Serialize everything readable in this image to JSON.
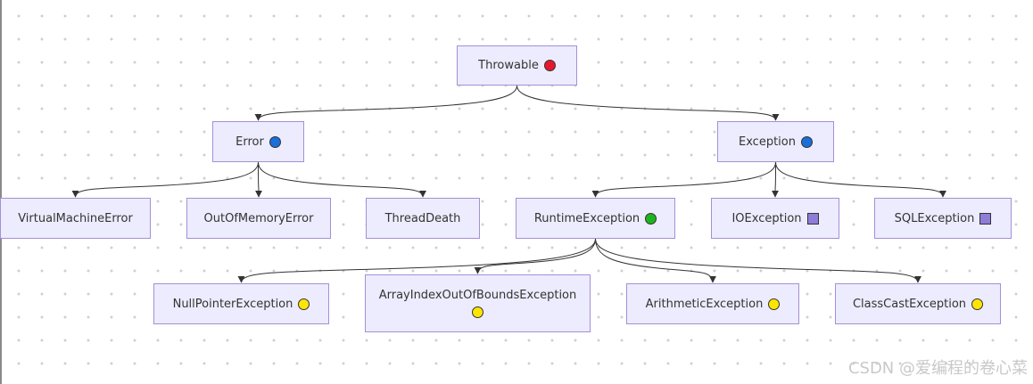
{
  "colors": {
    "red": "#e8162d",
    "blue": "#1a6fd8",
    "green": "#1db51d",
    "yellow": "#ffe600",
    "purple": "#8e7cd8"
  },
  "nodes": [
    {
      "id": "throwable",
      "label": "Throwable",
      "marker": "circle",
      "color": "#e8162d"
    },
    {
      "id": "error",
      "label": "Error",
      "marker": "circle",
      "color": "#1a6fd8"
    },
    {
      "id": "exception",
      "label": "Exception",
      "marker": "circle",
      "color": "#1a6fd8"
    },
    {
      "id": "vm_error",
      "label": "VirtualMachineError",
      "marker": null,
      "color": null
    },
    {
      "id": "oom_error",
      "label": "OutOfMemoryError",
      "marker": null,
      "color": null
    },
    {
      "id": "thread_death",
      "label": "ThreadDeath",
      "marker": null,
      "color": null
    },
    {
      "id": "runtime_exception",
      "label": "RuntimeException",
      "marker": "circle",
      "color": "#1db51d"
    },
    {
      "id": "io_exception",
      "label": "IOException",
      "marker": "square",
      "color": "#8e7cd8"
    },
    {
      "id": "sql_exception",
      "label": "SQLException",
      "marker": "square",
      "color": "#8e7cd8"
    },
    {
      "id": "npe",
      "label": "NullPointerException",
      "marker": "circle",
      "color": "#ffe600"
    },
    {
      "id": "aioobe",
      "label": "ArrayIndexOutOfBoundsException",
      "marker": "circle",
      "color": "#ffe600"
    },
    {
      "id": "arithmetic",
      "label": "ArithmeticException",
      "marker": "circle",
      "color": "#ffe600"
    },
    {
      "id": "class_cast",
      "label": "ClassCastException",
      "marker": "circle",
      "color": "#ffe600"
    }
  ],
  "edges": [
    {
      "from": "throwable",
      "to": "error"
    },
    {
      "from": "throwable",
      "to": "exception"
    },
    {
      "from": "error",
      "to": "vm_error"
    },
    {
      "from": "error",
      "to": "oom_error"
    },
    {
      "from": "error",
      "to": "thread_death"
    },
    {
      "from": "exception",
      "to": "runtime_exception"
    },
    {
      "from": "exception",
      "to": "io_exception"
    },
    {
      "from": "exception",
      "to": "sql_exception"
    },
    {
      "from": "runtime_exception",
      "to": "npe"
    },
    {
      "from": "runtime_exception",
      "to": "aioobe"
    },
    {
      "from": "runtime_exception",
      "to": "arithmetic"
    },
    {
      "from": "runtime_exception",
      "to": "class_cast"
    }
  ],
  "watermark": "CSDN @爱编程的卷心菜"
}
